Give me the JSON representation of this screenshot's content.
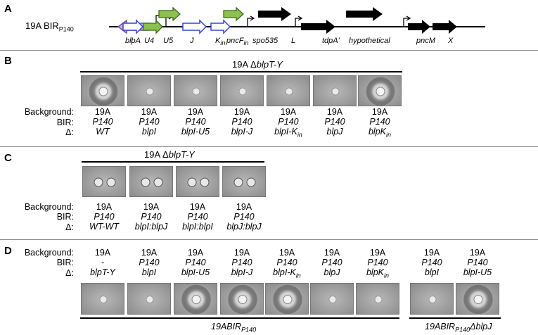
{
  "panelA": {
    "letter": "A",
    "strain_main": "19A BIR",
    "strain_sub": "P140",
    "genes": [
      "blpA",
      "I",
      "U4",
      "U5",
      "J",
      "K",
      "in",
      "pncF",
      "in",
      "spo535",
      "L",
      "tdpA'",
      "hypothetical",
      "pncM",
      "X"
    ]
  },
  "panelB": {
    "letter": "B",
    "title": "19A Δ",
    "title_ital": "blpT-Y",
    "row_labels": [
      "Background:",
      "BIR:",
      "Δ:"
    ],
    "columns": [
      {
        "bg": "19A",
        "bir": "P140",
        "del": "WT",
        "sub": ""
      },
      {
        "bg": "19A",
        "bir": "P140",
        "del": "blpI",
        "sub": ""
      },
      {
        "bg": "19A",
        "bir": "P140",
        "del": "blpI-U5",
        "sub": ""
      },
      {
        "bg": "19A",
        "bir": "P140",
        "del": "blpI-J",
        "sub": ""
      },
      {
        "bg": "19A",
        "bir": "P140",
        "del": "blpI-K",
        "sub": "in"
      },
      {
        "bg": "19A",
        "bir": "P140",
        "del": "blpJ",
        "sub": ""
      },
      {
        "bg": "19A",
        "bir": "P140",
        "del": "blpK",
        "sub": "in"
      }
    ]
  },
  "panelC": {
    "letter": "C",
    "title": "19A Δ",
    "title_ital": "blpT-Y",
    "row_labels": [
      "Background:",
      "BIR:",
      "Δ:"
    ],
    "columns": [
      {
        "bg": "19A",
        "bir": "P140",
        "del": "WT-WT"
      },
      {
        "bg": "19A",
        "bir": "P140",
        "del": "blpI:blpJ"
      },
      {
        "bg": "19A",
        "bir": "P140",
        "del": "blpI:blpI"
      },
      {
        "bg": "19A",
        "bir": "P140",
        "del": "blpJ:blpJ"
      }
    ]
  },
  "panelD": {
    "letter": "D",
    "row_labels": [
      "Background:",
      "BIR:",
      "Δ:"
    ],
    "columns": [
      {
        "bg": "19A",
        "bir": "-",
        "del": "blpT-Y",
        "sub": ""
      },
      {
        "bg": "19A",
        "bir": "P140",
        "del": "blpI",
        "sub": ""
      },
      {
        "bg": "19A",
        "bir": "P140",
        "del": "blpI-U5",
        "sub": ""
      },
      {
        "bg": "19A",
        "bir": "P140",
        "del": "blpI-J",
        "sub": ""
      },
      {
        "bg": "19A",
        "bir": "P140",
        "del": "blpI-K",
        "sub": "in"
      },
      {
        "bg": "19A",
        "bir": "P140",
        "del": "blpJ",
        "sub": ""
      },
      {
        "bg": "19A",
        "bir": "P140",
        "del": "blpK",
        "sub": "in"
      },
      {
        "bg": "19A",
        "bir": "P140",
        "del": "blpI",
        "sub": ""
      },
      {
        "bg": "19A",
        "bir": "P140",
        "del": "blpI-U5",
        "sub": ""
      }
    ],
    "group1_main": "19ABIR",
    "group1_sub": "P140",
    "group2_main": "19ABIR",
    "group2_sub": "P140",
    "group2_tail": "ΔblpJ"
  }
}
